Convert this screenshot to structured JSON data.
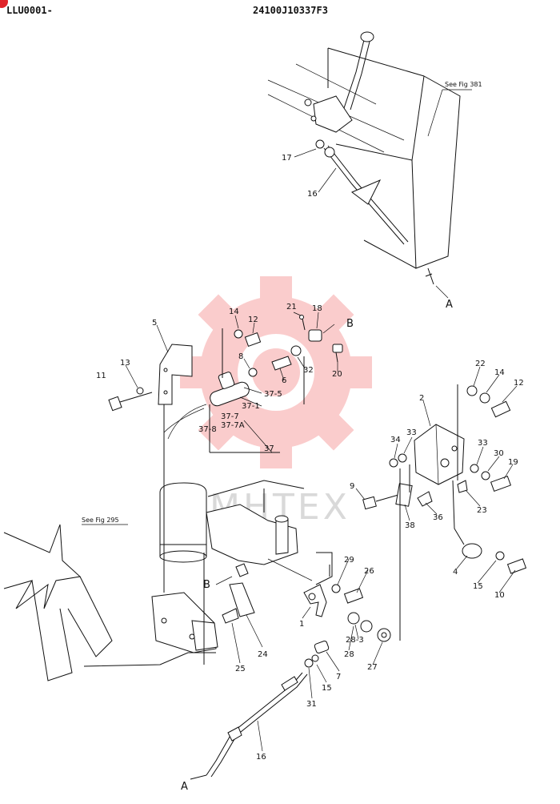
{
  "header": {
    "left_code": "LLU0001-",
    "center_code": "24100J10337F3"
  },
  "references": {
    "fig_381": "See Fig 381",
    "fig_295": "See Fig 295"
  },
  "watermark": {
    "text": "MHTEX",
    "color": "#f04a4a"
  },
  "labels": [
    {
      "id": "l17",
      "text": "17"
    },
    {
      "id": "l16top",
      "text": "16"
    },
    {
      "id": "lA_top",
      "text": "A"
    },
    {
      "id": "l21",
      "text": "21"
    },
    {
      "id": "l18",
      "text": "18"
    },
    {
      "id": "lB_top",
      "text": "B"
    },
    {
      "id": "l14a",
      "text": "14"
    },
    {
      "id": "l12a",
      "text": "12"
    },
    {
      "id": "l5",
      "text": "5"
    },
    {
      "id": "l13",
      "text": "13"
    },
    {
      "id": "l11",
      "text": "11"
    },
    {
      "id": "l8",
      "text": "8"
    },
    {
      "id": "l6",
      "text": "6"
    },
    {
      "id": "l32",
      "text": "32"
    },
    {
      "id": "l20",
      "text": "20"
    },
    {
      "id": "l37_5",
      "text": "37-5"
    },
    {
      "id": "l37_1",
      "text": "37-1"
    },
    {
      "id": "l37_7",
      "text": "37-7"
    },
    {
      "id": "l37_7A",
      "text": "37-7A"
    },
    {
      "id": "l37_8",
      "text": "37-8"
    },
    {
      "id": "l37",
      "text": "37"
    },
    {
      "id": "l22",
      "text": "22"
    },
    {
      "id": "l14b",
      "text": "14"
    },
    {
      "id": "l12b",
      "text": "12"
    },
    {
      "id": "l2",
      "text": "2"
    },
    {
      "id": "l34",
      "text": "34"
    },
    {
      "id": "l33a",
      "text": "33"
    },
    {
      "id": "l33b",
      "text": "33"
    },
    {
      "id": "l30",
      "text": "30"
    },
    {
      "id": "l19",
      "text": "19"
    },
    {
      "id": "l9",
      "text": "9"
    },
    {
      "id": "l23",
      "text": "23"
    },
    {
      "id": "l38",
      "text": "38"
    },
    {
      "id": "l36",
      "text": "36"
    },
    {
      "id": "l4",
      "text": "4"
    },
    {
      "id": "l15a",
      "text": "15"
    },
    {
      "id": "l10",
      "text": "10"
    },
    {
      "id": "lB_low",
      "text": "B"
    },
    {
      "id": "l29",
      "text": "29"
    },
    {
      "id": "l26",
      "text": "26"
    },
    {
      "id": "l1",
      "text": "1"
    },
    {
      "id": "l28_3",
      "text": "28-3"
    },
    {
      "id": "l28",
      "text": "28"
    },
    {
      "id": "l27",
      "text": "27"
    },
    {
      "id": "l24",
      "text": "24"
    },
    {
      "id": "l25",
      "text": "25"
    },
    {
      "id": "l7",
      "text": "7"
    },
    {
      "id": "l15b",
      "text": "15"
    },
    {
      "id": "l31",
      "text": "31"
    },
    {
      "id": "l16low",
      "text": "16"
    },
    {
      "id": "lA_low",
      "text": "A"
    }
  ]
}
